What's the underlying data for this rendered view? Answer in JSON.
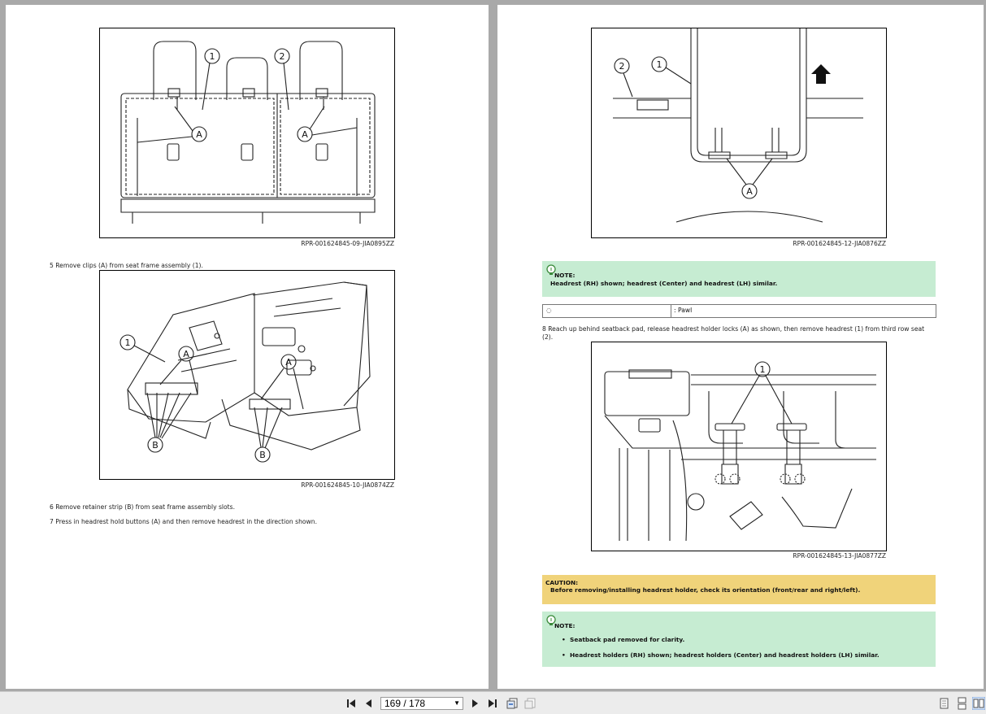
{
  "left_page": {
    "figure1": {
      "id": "RPR-001624845-09-JIA0895ZZ",
      "callouts": [
        "1",
        "2",
        "A",
        "A"
      ]
    },
    "step5": "5 Remove clips (A) from seat frame assembly (1).",
    "figure2": {
      "id": "RPR-001624845-10-JIA0874ZZ",
      "callouts": [
        "1",
        "A",
        "A",
        "B",
        "B"
      ]
    },
    "step6": "6 Remove retainer strip (B) from seat frame assembly slots.",
    "step7": "7 Press in headrest hold buttons (A) and then remove headrest in the direction shown."
  },
  "right_page": {
    "figure3": {
      "id": "RPR-001624845-12-JIA0876ZZ",
      "callouts": [
        "2",
        "1",
        "A"
      ]
    },
    "note1": {
      "title": "NOTE:",
      "text": "Headrest (RH) shown; headrest (Center) and headrest (LH) similar."
    },
    "legend": {
      "symbol": "◌",
      "label": ": Pawl"
    },
    "step8": "8 Reach up behind seatback pad, release headrest holder locks (A) as shown, then remove headrest (1) from third row seat (2).",
    "figure4": {
      "id": "RPR-001624845-13-JIA0877ZZ",
      "callouts": [
        "1"
      ]
    },
    "caution": {
      "title": "CAUTION:",
      "text": "Before removing/installing headrest holder, check its orientation (front/rear and right/left)."
    },
    "note2": {
      "title": "NOTE:",
      "bullets": [
        "Seatback pad removed for clarity.",
        "Headrest holders (RH) shown; headrest holders (Center) and headrest holders (LH) similar."
      ]
    }
  },
  "toolbar": {
    "page_indicator": "169 / 178",
    "icons": [
      "first-page-icon",
      "previous-page-icon",
      "next-page-icon",
      "last-page-icon",
      "go-back-icon",
      "go-forward-icon",
      "single-page-view-icon",
      "continuous-view-icon",
      "two-page-view-icon"
    ]
  },
  "colors": {
    "note_bg": "#c6ecd2",
    "caution_bg": "#f0d37a",
    "viewer_bg": "#a9a9a9"
  }
}
